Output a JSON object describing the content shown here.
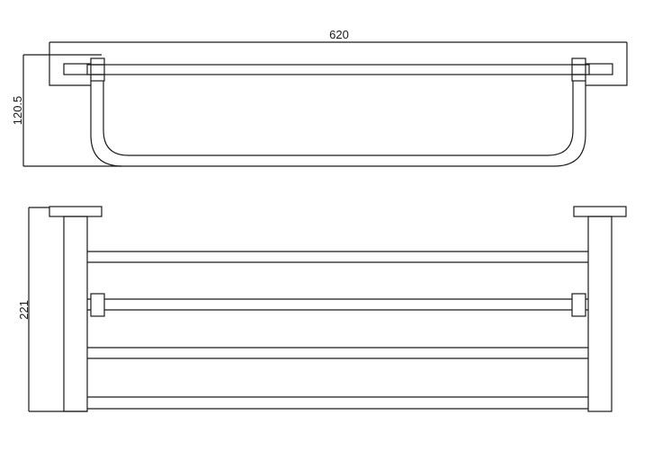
{
  "dimensions": {
    "width": "620",
    "depth": "120.5",
    "height": "221"
  }
}
